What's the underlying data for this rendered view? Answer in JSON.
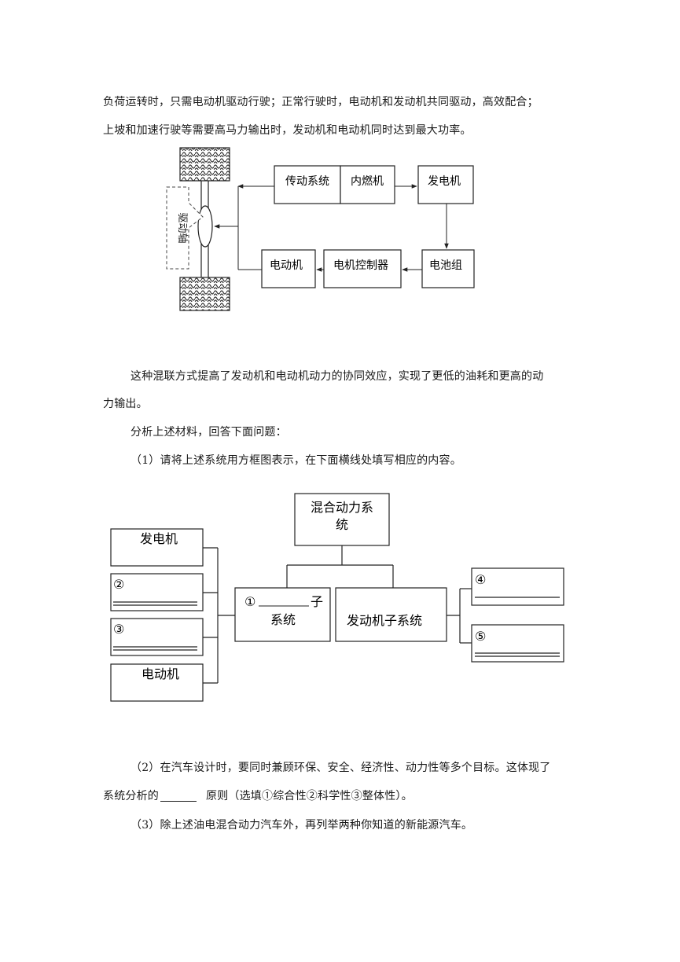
{
  "paragraph1": {
    "line1": "负荷运转时，只需电动机驱动行驶；正常行驶时，电动机和发动机共同驱动，高效配合；",
    "line2": "上坡和加速行驶等需要高马力输出时，发动机和电动机同时达到最大功率。"
  },
  "figure1": {
    "axle_label": "驱动轴",
    "transmission": "传动系统",
    "engine": "内燃机",
    "generator": "发电机",
    "motor": "电动机",
    "motor_controller": "电机控制器",
    "battery": "电池组"
  },
  "paragraph2": {
    "line1": "这种混联方式提高了发动机和电动机动力的协同效应，实现了更低的油耗和更高的动",
    "line2": "力输出。"
  },
  "intro": "分析上述材料，回答下面问题：",
  "q1": "（1）请将上述系统用方框图表示，在下面横线处填写相应的内容。",
  "figure2": {
    "root_line1": "混合动力系",
    "root_line2": "统",
    "sub1_line1_prefix": "①",
    "sub1_line1_suffix": "子",
    "sub1_line2": "系统",
    "sub2": "发动机子系统",
    "leaf_generator": "发电机",
    "leaf2": "②",
    "leaf3": "③",
    "leaf_motor": "电动机",
    "leaf4": "④",
    "leaf5": "⑤"
  },
  "q2": {
    "line1": "（2）在汽车设计时，要同时兼顾环保、安全、经济性、动力性等多个目标。这体现了",
    "line2_before": "系统分析的",
    "line2_after": "原则（选填①综合性②科学性③整体性）。"
  },
  "q3": "（3）除上述油电混合动力汽车外，再列举两种你知道的新能源汽车。"
}
